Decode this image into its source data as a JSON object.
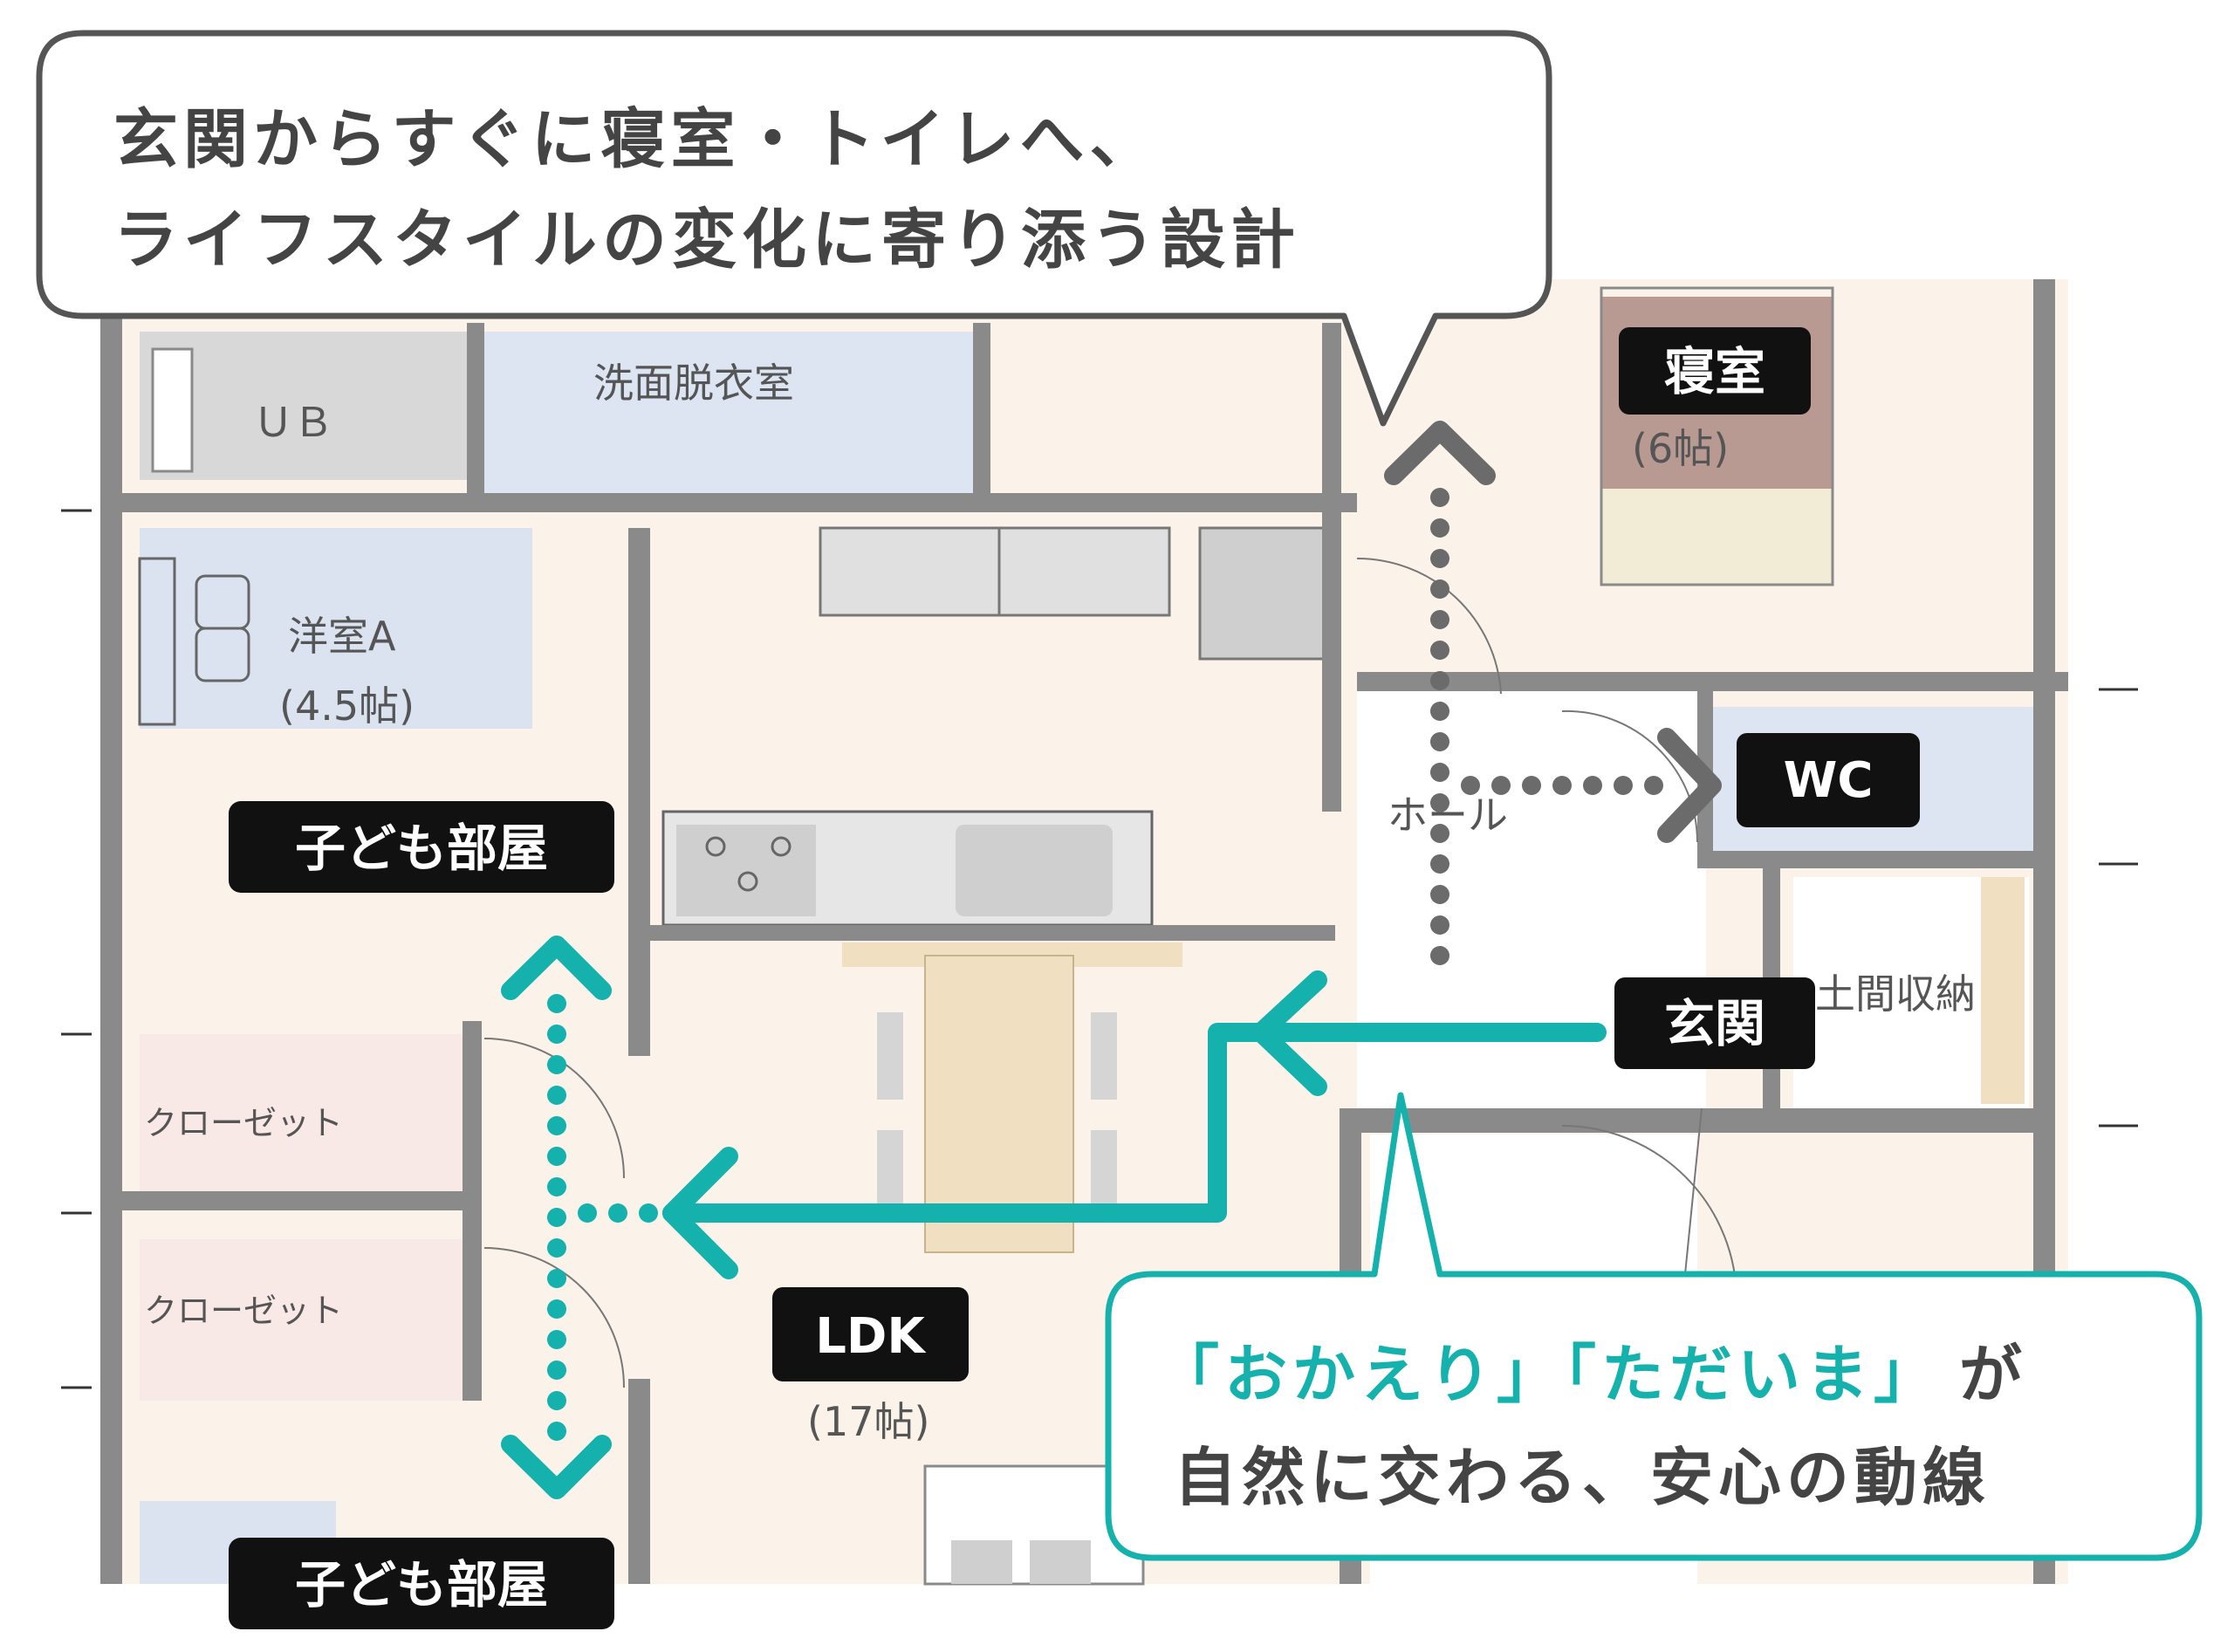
{
  "callouts": {
    "top": {
      "line1": "玄関からすぐに寝室・トイレへ、",
      "line2": "ライフスタイルの変化に寄り添う設計"
    },
    "bottom": {
      "line1_q1": "「おかえり」",
      "line1_q2": "「ただいま」",
      "line1_tail": "が",
      "line2": "自然に交わる、安心の動線"
    }
  },
  "rooms": {
    "ub": "ＵＢ",
    "senmen": "洗面脱衣室",
    "youshitsu_a": "洋室A",
    "youshitsu_a_size": "(4.5帖)",
    "kodomo_top": "子ども部屋",
    "kodomo_bottom": "子ども部屋",
    "shinshitsu": "寝室",
    "shinshitsu_size": "(6帖)",
    "wc": "WC",
    "hall": "ホール",
    "genkan": "玄関",
    "doma": "土間収納",
    "ldk": "LDK",
    "ldk_size": "(17帖)",
    "closet1": "クローゼット",
    "closet2": "クローゼット"
  },
  "colors": {
    "accent_teal": "#14b1ad",
    "route_gray": "#6b6b6b",
    "label_bg": "#111111",
    "wall": "#8a8a8a",
    "floor_warm": "#fbf3ea",
    "bedroom_bed": "#b89a93"
  },
  "icons": [
    "arrow-up-icon",
    "arrow-down-icon",
    "arrow-right-icon",
    "arrow-left-icon"
  ]
}
